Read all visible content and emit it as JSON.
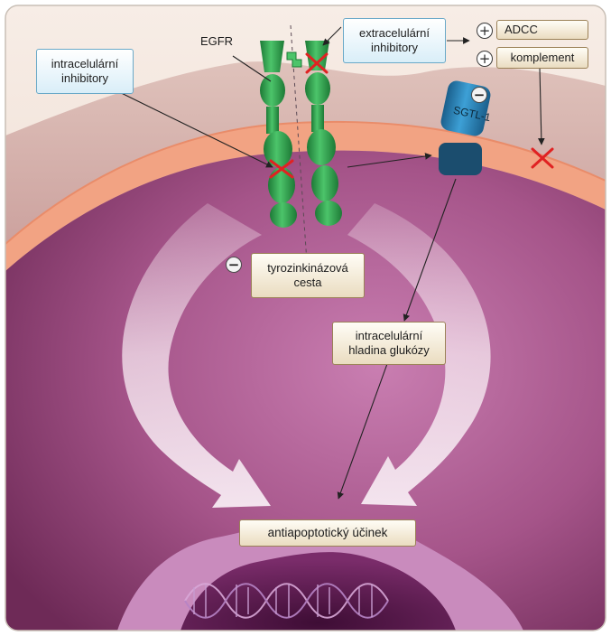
{
  "labels": {
    "egfr": "EGFR",
    "extracellular_line1": "extracelulární",
    "extracellular_line2": "inhibitory",
    "intracellular_line1": "intracelulární",
    "intracellular_line2": "inhibitory",
    "adcc": "ADCC",
    "complement": "komplement",
    "sgtl": "SGTL-1",
    "tyrosine_line1": "tyrozinkinázová",
    "tyrosine_line2": "cesta",
    "glucose_line1": "intracelulární",
    "glucose_line2": "hladina glukózy",
    "antiapoptotic": "antiapoptotický účinek"
  },
  "signs": {
    "plus": "+",
    "minus": "−"
  },
  "icons": [
    "inhibition-cross-icon",
    "plus-sign-icon",
    "minus-sign-icon",
    "dna-helix-icon"
  ],
  "colors": {
    "cytoplasm": "#8a3a6e",
    "membrane": "#f2a383",
    "receptor": "#2e9a48",
    "sgtl": "#2a7eb0",
    "inhibition_mark": "#e02222",
    "label_box_blue_border": "#6aa9c8",
    "label_box_tan_border": "#9b8157"
  }
}
